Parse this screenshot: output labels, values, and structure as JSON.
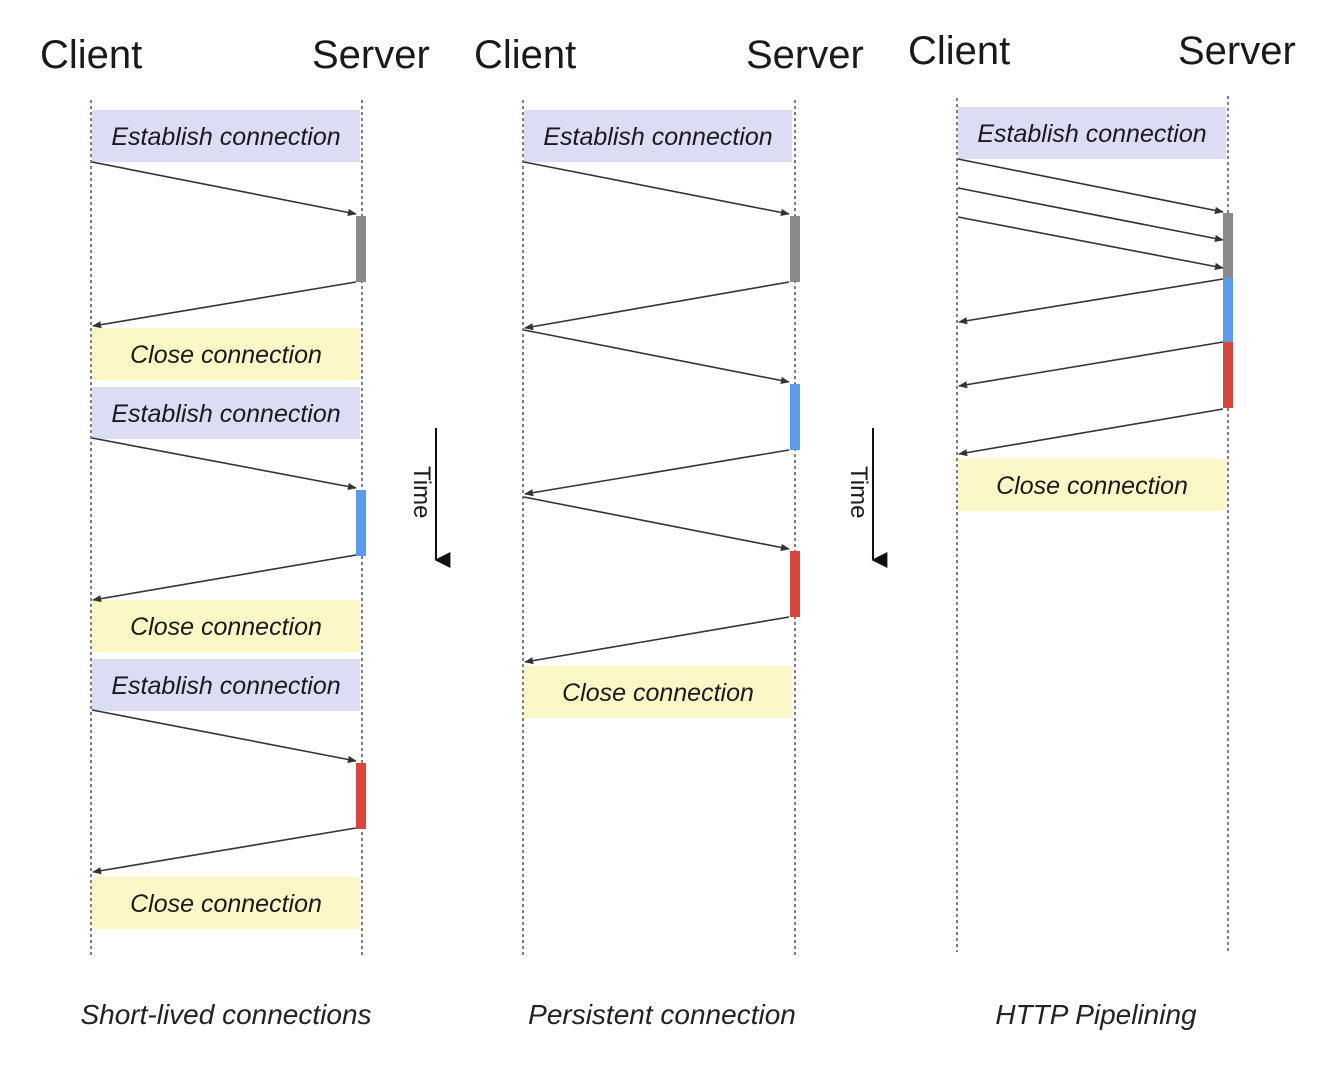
{
  "colors": {
    "establish": "#dcdcf5",
    "close": "#fbf7c6",
    "gray": "#8a8a8a",
    "blue": "#5b9bec",
    "red": "#d9473a",
    "arrow": "#333333"
  },
  "time_label": "Time",
  "panels": [
    {
      "client_label": "Client",
      "server_label": "Server",
      "caption": "Short-lived connections",
      "boxes": [
        {
          "type": "establish",
          "label": "Establish connection"
        },
        {
          "type": "close",
          "label": "Close connection"
        },
        {
          "type": "establish",
          "label": "Establish connection"
        },
        {
          "type": "close",
          "label": "Close connection"
        },
        {
          "type": "establish",
          "label": "Establish connection"
        },
        {
          "type": "close",
          "label": "Close connection"
        }
      ],
      "processing": [
        "gray",
        "blue",
        "red"
      ]
    },
    {
      "client_label": "Client",
      "server_label": "Server",
      "caption": "Persistent connection",
      "boxes": [
        {
          "type": "establish",
          "label": "Establish connection"
        },
        {
          "type": "close",
          "label": "Close connection"
        }
      ],
      "processing": [
        "gray",
        "blue",
        "red"
      ]
    },
    {
      "client_label": "Client",
      "server_label": "Server",
      "caption": "HTTP Pipelining",
      "boxes": [
        {
          "type": "establish",
          "label": "Establish connection"
        },
        {
          "type": "close",
          "label": "Close connection"
        }
      ],
      "processing": [
        "gray",
        "blue",
        "red"
      ]
    }
  ]
}
